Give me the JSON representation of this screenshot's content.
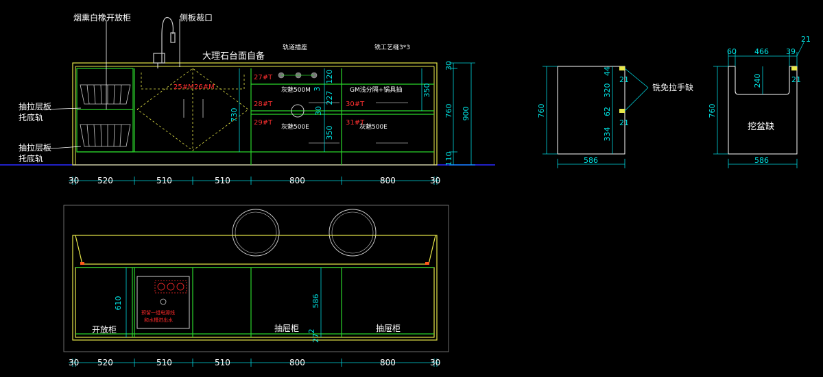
{
  "colors": {
    "background": "#000000",
    "outline": "#e8e84a",
    "panel": "#2bd62b",
    "dimension": "#00d8e0",
    "annotation_red": "#ff2a2a",
    "floor": "#2020c8"
  },
  "front_elevation": {
    "labels": {
      "open_cabinet": "烟熏白橡开放柜",
      "side_cut": "侧板裁口",
      "countertop": "大理石台面自备",
      "rail_socket": "轨道插座",
      "groove": "铣工艺缝3*3",
      "drawer_shelf_1": "抽拉层板",
      "rail_1": "托底轨",
      "drawer_shelf_2": "抽拉层板",
      "rail_2": "托底轨",
      "drawer_1": "灰魅500M",
      "drawer_1_note": "GM浅分隔+锅具抽",
      "drawer_2": "灰魅500E",
      "drawer_3": "灰魅500E"
    },
    "markers": {
      "m25": "25#M",
      "m26": "26#M",
      "m27": "27#T",
      "m28": "28#T",
      "m29": "29#T",
      "m30": "30#T",
      "m31": "31#T"
    },
    "vertical_dims": {
      "d730": "730",
      "d120": "120",
      "d227": "227",
      "d3": "3",
      "d30a": "30",
      "d350a": "350",
      "d350b": "350",
      "d30top": "30",
      "d760": "760",
      "d110": "110",
      "d900": "900"
    },
    "horizontal_dims": [
      "30",
      "520",
      "510",
      "510",
      "800",
      "800",
      "30"
    ]
  },
  "side_views": {
    "left": {
      "width": "586",
      "height": "760",
      "dims": [
        "44",
        "320",
        "62",
        "334"
      ],
      "small": [
        "21",
        "21"
      ],
      "note": "铣免拉手缺"
    },
    "right": {
      "width": "586",
      "height": "760",
      "top_dims": [
        "60",
        "466",
        "39"
      ],
      "small": [
        "21",
        "21"
      ],
      "depth": "240",
      "note": "挖盆缺"
    }
  },
  "plan_view": {
    "labels": {
      "open_cabinet": "开放柜",
      "drawer_cab_1": "抽屉柜",
      "drawer_cab_2": "抽屉柜",
      "note_1": "预留一组电源线",
      "note_2": "预留一组电源线",
      "note_3": "预留一组电源线",
      "note_4": "和水槽进出水"
    },
    "vertical_dims": [
      "610",
      "586",
      "2",
      "27"
    ],
    "horizontal_dims": [
      "30",
      "520",
      "510",
      "510",
      "800",
      "800",
      "30"
    ]
  }
}
